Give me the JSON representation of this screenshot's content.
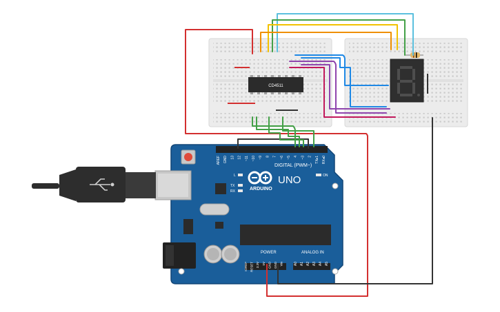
{
  "ic": {
    "label": "CD4511"
  },
  "arduino": {
    "brand": "ARDUINO",
    "model": "UNO",
    "digital_header": "DIGITAL (PWM~)",
    "digital_pins": [
      "AREF",
      "GND",
      "13",
      "12",
      "~11",
      "~10",
      "~9",
      "8",
      "7",
      "~6",
      "~5",
      "4",
      "~3",
      "2",
      "TX▸1",
      "RX◂0"
    ],
    "led_l": "L",
    "led_tx": "TX",
    "led_rx": "RX",
    "on_label": "ON",
    "power_header": "POWER",
    "power_pins": [
      "IOREF",
      "RESET",
      "3.3V",
      "5V",
      "GND",
      "GND",
      "Vin"
    ],
    "analog_header": "ANALOG IN",
    "analog_pins": [
      "A0",
      "A1",
      "A2",
      "A3",
      "A4",
      "A5"
    ]
  },
  "display": {
    "digit": "8"
  },
  "wire_colors": {
    "red": "#d32f2f",
    "black": "#333333",
    "green": "#43a047",
    "yellow": "#f2c200",
    "orange": "#ef8f00",
    "cyan": "#5bc0de",
    "blue": "#1e88e5",
    "purple": "#8e44ad",
    "magenta": "#c2185b"
  },
  "colors": {
    "board": "#1a5e9a",
    "breadboard": "#ececec",
    "chip": "#2b2b2b",
    "usb": "#2d2d2d"
  }
}
